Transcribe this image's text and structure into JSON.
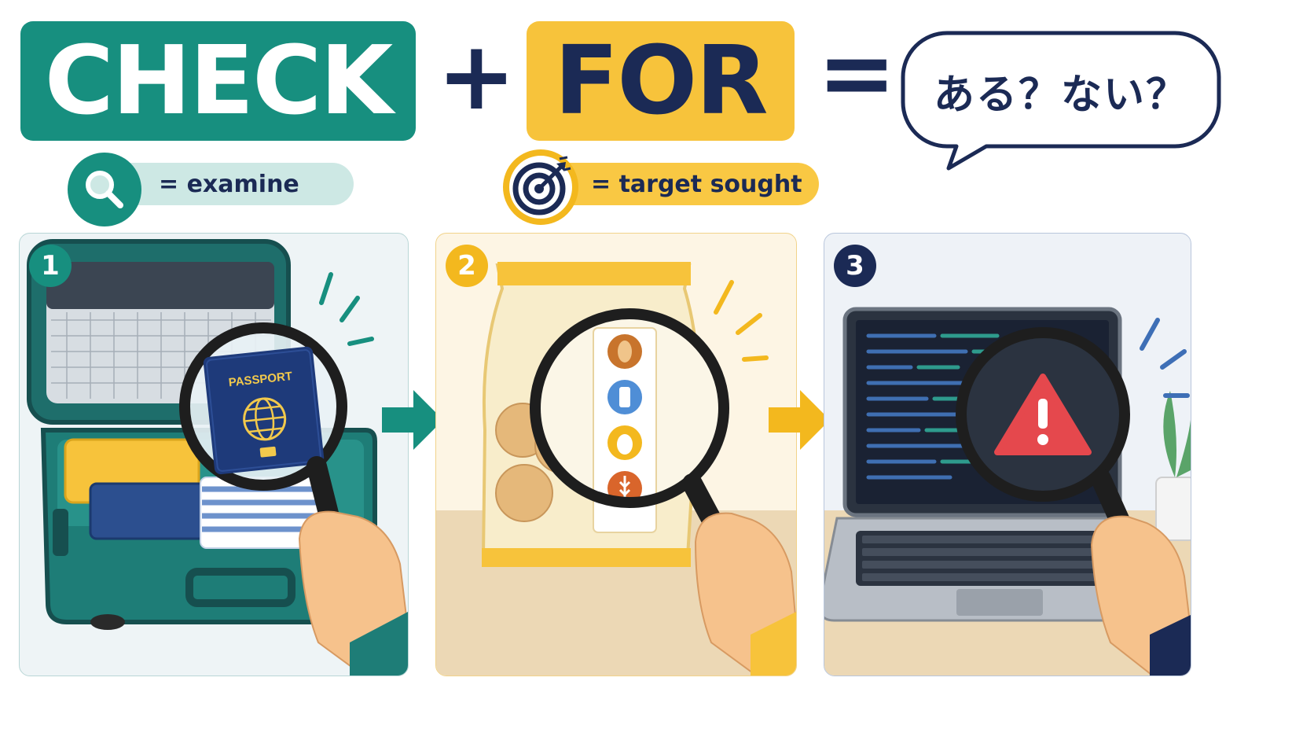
{
  "header": {
    "check_word": "CHECK",
    "plus_sign": "+",
    "for_word": "FOR",
    "equals_sign": "=",
    "speech_text": "ある？ない？"
  },
  "definitions": {
    "check": {
      "icon": "magnifier-icon",
      "text": "= examine"
    },
    "for": {
      "icon": "target-arrow-icon",
      "text": "= target sought"
    }
  },
  "panels": [
    {
      "step": "1",
      "scene": "suitcase-passport-check",
      "passport_text": "PASSPORT",
      "accent": "#178f7f"
    },
    {
      "step": "2",
      "scene": "snack-allergen-check",
      "accent": "#f3b81e"
    },
    {
      "step": "3",
      "scene": "laptop-warning-check",
      "accent": "#1b2a55"
    }
  ],
  "colors": {
    "teal": "#178f7f",
    "yellow": "#f7c33b",
    "navy": "#1b2a55",
    "warning_red": "#e5484d"
  }
}
